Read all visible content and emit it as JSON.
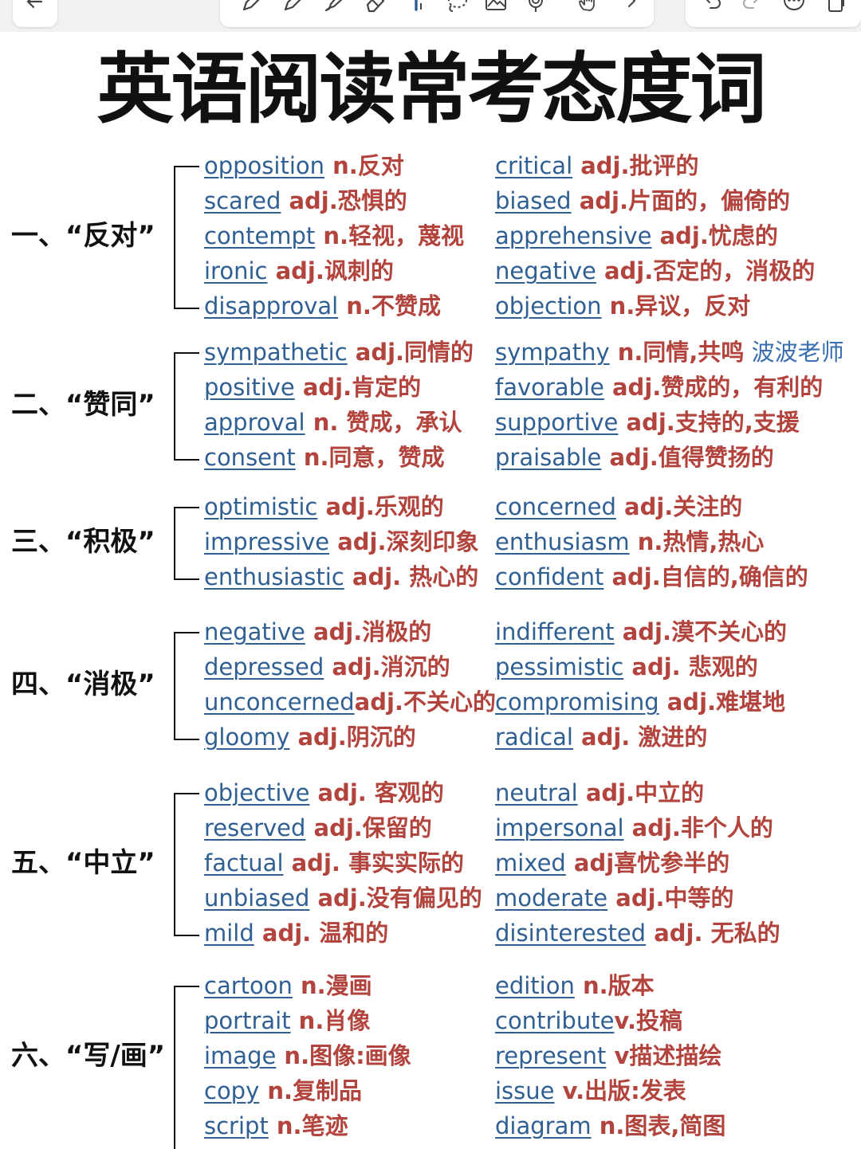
{
  "title": "英语阅读常考态度词",
  "toolbar": {
    "icons": [
      "back-arrow-icon",
      "pen-icon",
      "pencil-icon",
      "highlighter-icon",
      "eraser-icon",
      "text-tool-icon",
      "lasso-icon",
      "image-icon",
      "microphone-icon",
      "hand-icon",
      "chevron-right-icon",
      "undo-icon",
      "redo-icon",
      "more-icon",
      "pages-icon"
    ]
  },
  "colors": {
    "word": "#2f5f93",
    "meaning": "#b2443d",
    "note": "#3a6fb0"
  },
  "groups": [
    {
      "category": "一、“反对”",
      "left": [
        {
          "word": "opposition",
          "meaning": "n.反对"
        },
        {
          "word": "scared",
          "meaning": "adj.恐惧的"
        },
        {
          "word": "contempt",
          "meaning": "n.轻视，蔑视"
        },
        {
          "word": "ironic",
          "meaning": "adj.讽刺的"
        },
        {
          "word": "disapproval",
          "meaning": "n.不赞成"
        }
      ],
      "right": [
        {
          "word": "critical",
          "meaning": "adj.批评的"
        },
        {
          "word": "biased",
          "meaning": "adj.片面的，偏倚的"
        },
        {
          "word": "apprehensive",
          "meaning": "adj.忧虑的"
        },
        {
          "word": "negative",
          "meaning": "adj.否定的，消极的"
        },
        {
          "word": "objection",
          "meaning": "n.异议，反对"
        }
      ]
    },
    {
      "category": "二、“赞同”",
      "left": [
        {
          "word": "sympathetic",
          "meaning": "adj.同情的"
        },
        {
          "word": "positive",
          "meaning": "adj.肯定的"
        },
        {
          "word": "approval",
          "meaning": "n. 赞成，承认"
        },
        {
          "word": "consent",
          "meaning": "n.同意，赞成"
        }
      ],
      "right": [
        {
          "word": "sympathy",
          "meaning": "n.同情,共鸣",
          "note": "波波老师"
        },
        {
          "word": "favorable",
          "meaning": "adj.赞成的，有利的"
        },
        {
          "word": "supportive",
          "meaning": "adj.支持的,支援"
        },
        {
          "word": "praisable",
          "meaning": "adj.值得赞扬的"
        }
      ]
    },
    {
      "category": "三、“积极”",
      "left": [
        {
          "word": "optimistic",
          "meaning": "adj.乐观的"
        },
        {
          "word": "impressive",
          "meaning": "adj.深刻印象"
        },
        {
          "word": "enthusiastic",
          "meaning": "adj. 热心的"
        }
      ],
      "right": [
        {
          "word": "concerned",
          "meaning": "adj.关注的"
        },
        {
          "word": "enthusiasm",
          "meaning": "n.热情,热心"
        },
        {
          "word": "confident",
          "meaning": "adj.自信的,确信的"
        }
      ]
    },
    {
      "category": "四、“消极”",
      "left": [
        {
          "word": "negative",
          "meaning": "adj.消极的"
        },
        {
          "word": "depressed",
          "meaning": "adj.消沉的"
        },
        {
          "word": "unconcerned",
          "meaning": "adj.不关心的"
        },
        {
          "word": "gloomy",
          "meaning": "adj.阴沉的"
        }
      ],
      "right": [
        {
          "word": "indifferent",
          "meaning": "adj.漠不关心的"
        },
        {
          "word": "pessimistic",
          "meaning": "adj. 悲观的"
        },
        {
          "word": "compromising",
          "meaning": "adj.难堪地"
        },
        {
          "word": "radical",
          "meaning": "adj. 激进的"
        }
      ]
    },
    {
      "category": "五、“中立”",
      "left": [
        {
          "word": "objective",
          "meaning": "adj. 客观的"
        },
        {
          "word": "reserved",
          "meaning": "adj.保留的"
        },
        {
          "word": "factual",
          "meaning": "adj. 事实实际的"
        },
        {
          "word": "unbiased",
          "meaning": "adj.没有偏见的"
        },
        {
          "word": "mild",
          "meaning": "adj. 温和的"
        }
      ],
      "right": [
        {
          "word": "neutral",
          "meaning": "adj.中立的"
        },
        {
          "word": "impersonal",
          "meaning": "adj.非个人的"
        },
        {
          "word": "mixed",
          "meaning": "adj喜忧参半的"
        },
        {
          "word": "moderate",
          "meaning": "adj.中等的"
        },
        {
          "word": "disinterested",
          "meaning": "adj. 无私的"
        }
      ]
    },
    {
      "category": "六、“写/画”",
      "left": [
        {
          "word": "cartoon",
          "meaning": "n.漫画"
        },
        {
          "word": "portrait",
          "meaning": "n.肖像"
        },
        {
          "word": "image",
          "meaning": "n.图像:画像"
        },
        {
          "word": "copy",
          "meaning": "n.复制品"
        },
        {
          "word": "script",
          "meaning": "n.笔迹"
        }
      ],
      "right": [
        {
          "word": "edition",
          "meaning": "n.版本"
        },
        {
          "word": "contribute",
          "meaning": "v.投稿"
        },
        {
          "word": "represent",
          "meaning": "v描述描绘"
        },
        {
          "word": "issue",
          "meaning": "v.出版:发表"
        },
        {
          "word": "diagram",
          "meaning": "n.图表,简图"
        }
      ]
    }
  ]
}
